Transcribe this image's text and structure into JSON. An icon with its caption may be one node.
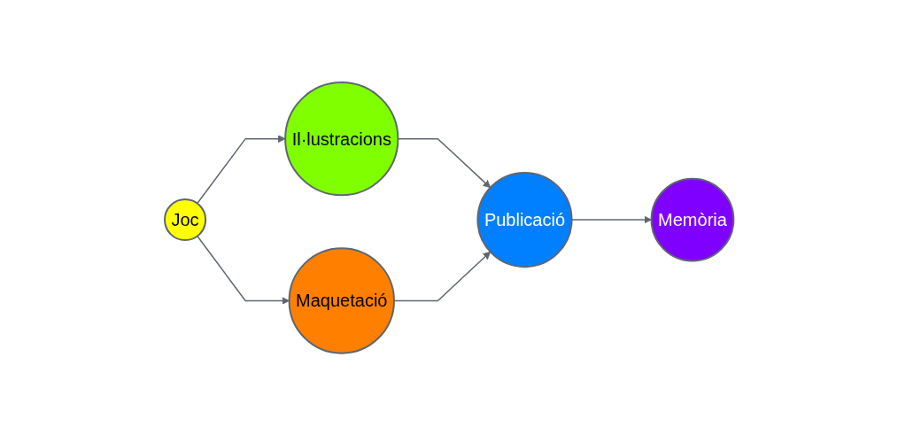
{
  "diagram": {
    "nodes": [
      {
        "text": [
          "Joc"
        ]
      },
      {
        "text": [
          "Il·lustracions"
        ]
      },
      {
        "text": [
          "Maquetació"
        ]
      },
      {
        "text": [
          "Publicació"
        ]
      },
      {
        "text": [
          "Memòria"
        ]
      }
    ],
    "edges": [
      {
        "from": 0,
        "to": 1,
        "arrow": "to"
      },
      {
        "from": 0,
        "to": 2,
        "arrow": "to"
      },
      {
        "from": 1,
        "to": 3,
        "arrow": "to"
      },
      {
        "from": 2,
        "to": 3,
        "arrow": "to"
      },
      {
        "from": 3,
        "to": 4,
        "arrow": "to"
      }
    ]
  }
}
